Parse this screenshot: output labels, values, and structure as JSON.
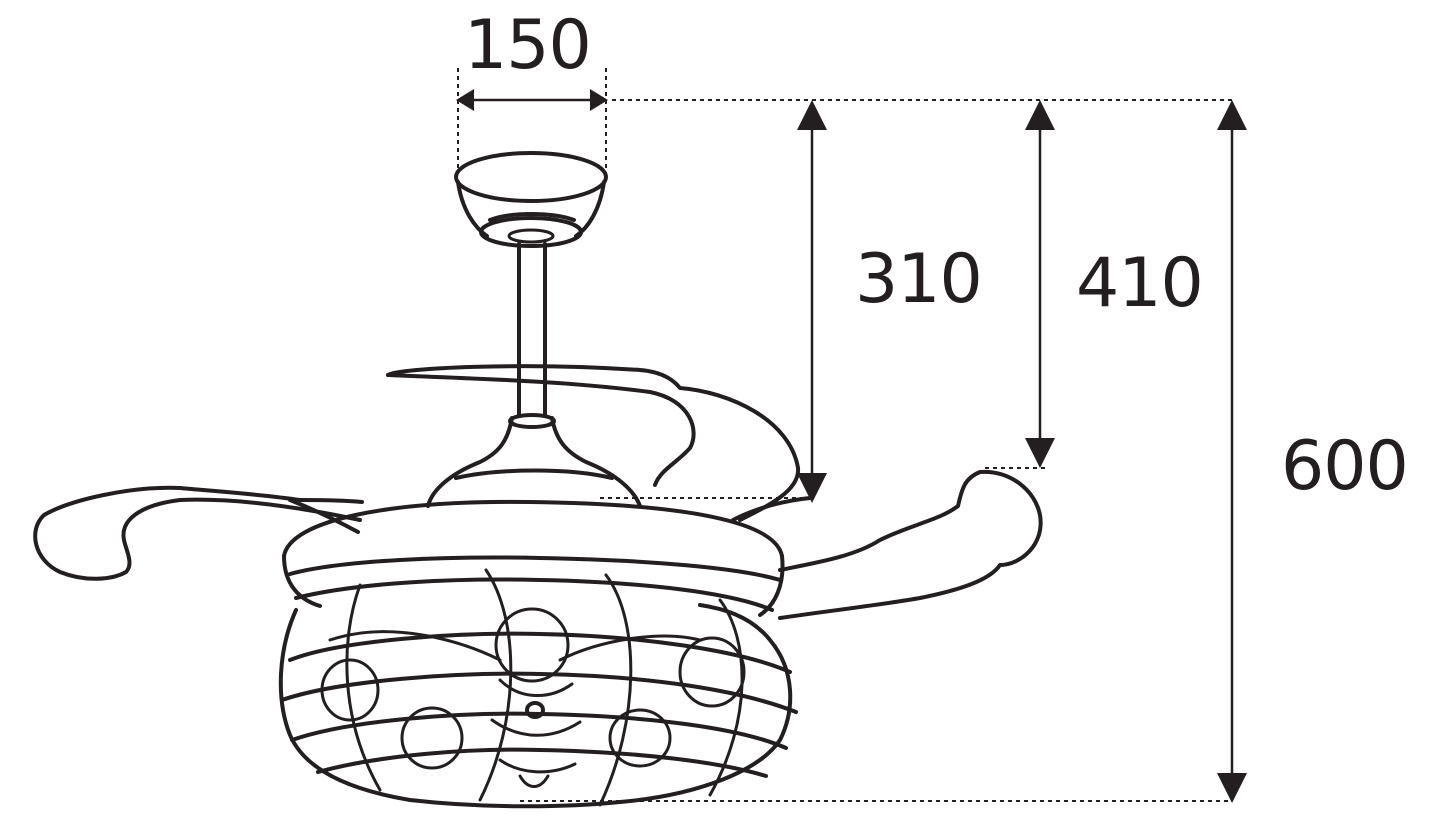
{
  "dimensions": {
    "canopy_width": "150",
    "height_to_blades": "310",
    "height_to_lower_blade": "410",
    "overall_height": "600"
  },
  "colors": {
    "line": "#231f20",
    "background": "#ffffff"
  }
}
